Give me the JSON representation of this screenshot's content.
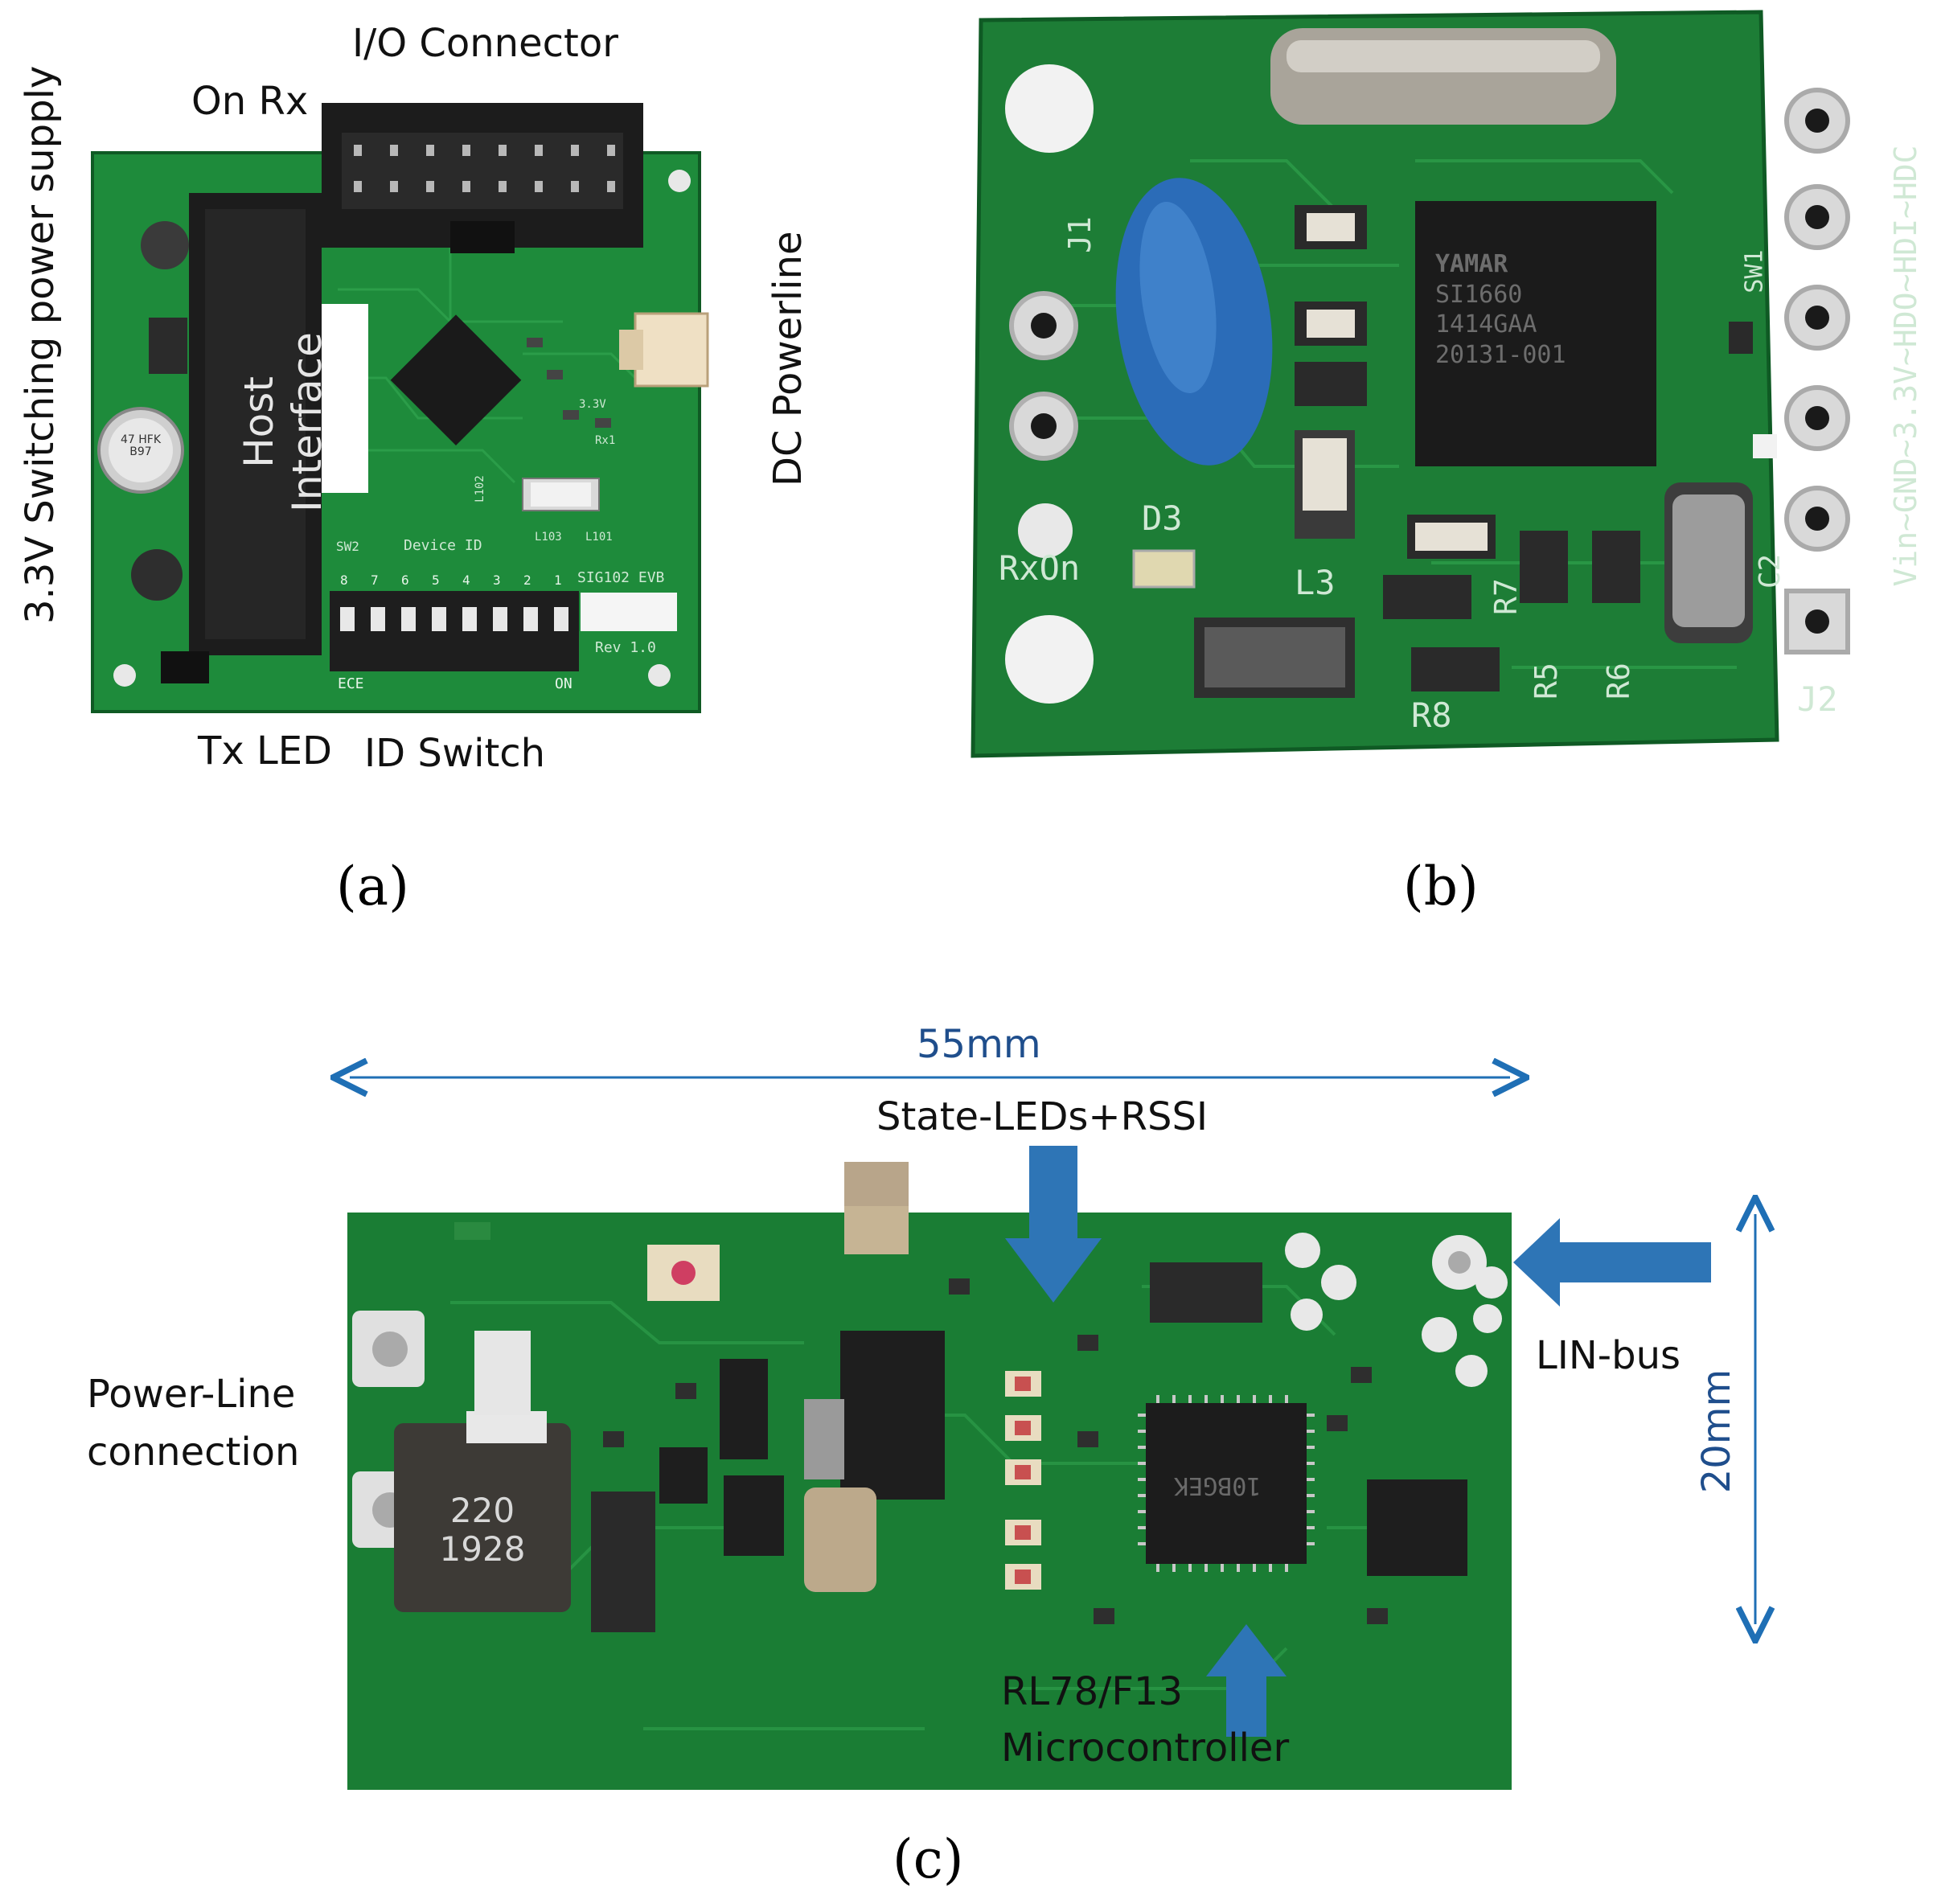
{
  "panel_a": {
    "caption": "(a)",
    "labels": {
      "io_connector": "I/O Connector",
      "on_rx": "On Rx",
      "switching_supply": "3.3V Switching power supply",
      "dc_powerline": "DC Powerline",
      "tx_led": "Tx LED",
      "id_switch": "ID Switch",
      "host_interface": "Host Interface"
    },
    "silkscreen": {
      "device_id": "Device ID",
      "board_name": "SIG102 EVB",
      "rev": "Rev 1.0",
      "sw2": "SW2",
      "ece": "ECE",
      "on": "ON",
      "switch_numbers": [
        "8",
        "7",
        "6",
        "5",
        "4",
        "3",
        "2",
        "1"
      ],
      "cap_text": "47 HFK B97",
      "rx": "Rx1",
      "v33": "3.3V",
      "l103": "L103",
      "l101": "L101",
      "l102": "L102"
    }
  },
  "panel_b": {
    "caption": "(b)",
    "silkscreen": {
      "rxon": "RxOn",
      "d3": "D3",
      "l3": "L3",
      "r7": "R7",
      "r5": "R5",
      "r6": "R6",
      "r8": "R8",
      "j1": "J1",
      "j2": "J2",
      "c2": "C2",
      "sw1": "SW1",
      "pins": "Vin~GND~3.3V~HDO~HDI~HDC",
      "chip_line1": "YAMAR",
      "chip_line2": "SI1660",
      "chip_line3": "1414GAA",
      "chip_line4": "20131-001"
    }
  },
  "panel_c": {
    "caption": "(c)",
    "labels": {
      "width_dim": "55mm",
      "height_dim": "20mm",
      "state_leds": "State-LEDs+RSSI",
      "lin_bus": "LIN-bus",
      "power_line_1": "Power-Line",
      "power_line_2": "connection",
      "mcu_1": "RL78/F13",
      "mcu_2": "Microcontroller"
    },
    "silkscreen": {
      "inductor_1": "220",
      "inductor_2": "1928",
      "mcu_marking": "10BGEK"
    }
  },
  "colors": {
    "pcb_green": "#1f8a3a",
    "pcb_dark": "#0f5a24",
    "dim_blue": "#1f6fb5",
    "arrow_blue": "#2e75b6",
    "label_blue": "#1f4e8c"
  }
}
